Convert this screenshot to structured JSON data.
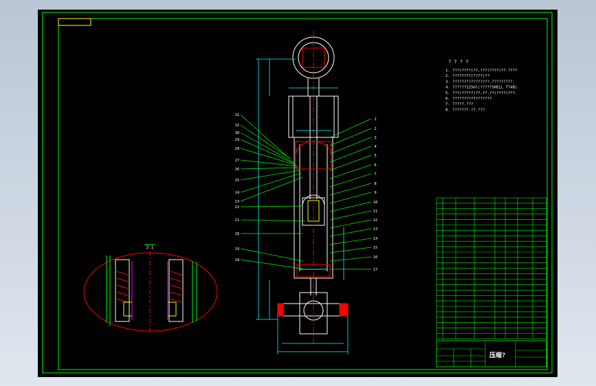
{
  "notes": {
    "heading": "? ? ? ?",
    "lines": [
      "1. ???(????)??,???(????)??.????",
      "2. ????????(????)??",
      "3. ????????????????.?????????.",
      "4. ??????125ml(?????SHELL T74B).",
      "5. ???(?????)??,??.??(????)???.",
      "6. ?????????????????",
      "7. ?????.???",
      "8. ???????.??.???"
    ]
  },
  "title_block": {
    "drawing_title": "压缩?"
  },
  "balloons_left": [
    "31",
    "32",
    "30",
    "29",
    "28",
    "27",
    "26",
    "25",
    "24",
    "23",
    "22",
    "21",
    "20",
    "19",
    "18"
  ],
  "balloons_right": [
    "1",
    "2",
    "3",
    "4",
    "5",
    "6",
    "7",
    "8",
    "9",
    "10",
    "11",
    "12",
    "13",
    "14",
    "15",
    "16",
    "17"
  ],
  "detail_label": "2:1",
  "colors": {
    "background": "#000000",
    "frame": "#00ff00",
    "outline": "#ffffff",
    "dimension": "#00ffff",
    "leader": "#00ff00",
    "section": "#ff0000",
    "center": "#ff0000",
    "text": "#ffffff",
    "title_box": "#ffff00"
  }
}
